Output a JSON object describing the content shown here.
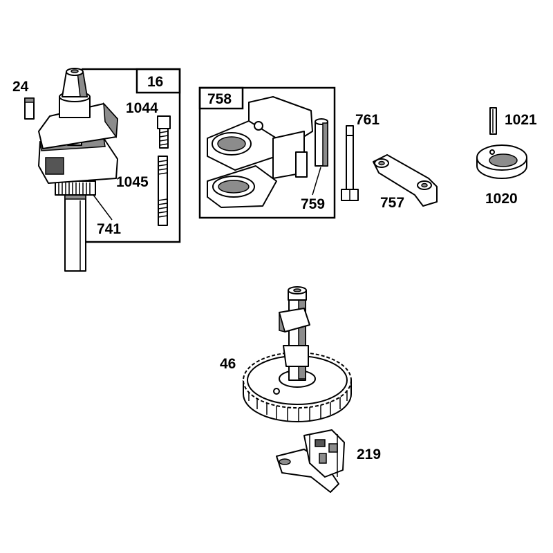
{
  "callouts": {
    "c24": "24",
    "c16": "16",
    "c1044": "1044",
    "c1045": "1045",
    "c741": "741",
    "c758": "758",
    "c759": "759",
    "c761": "761",
    "c757": "757",
    "c1021": "1021",
    "c1020": "1020",
    "c46": "46",
    "c219": "219"
  }
}
